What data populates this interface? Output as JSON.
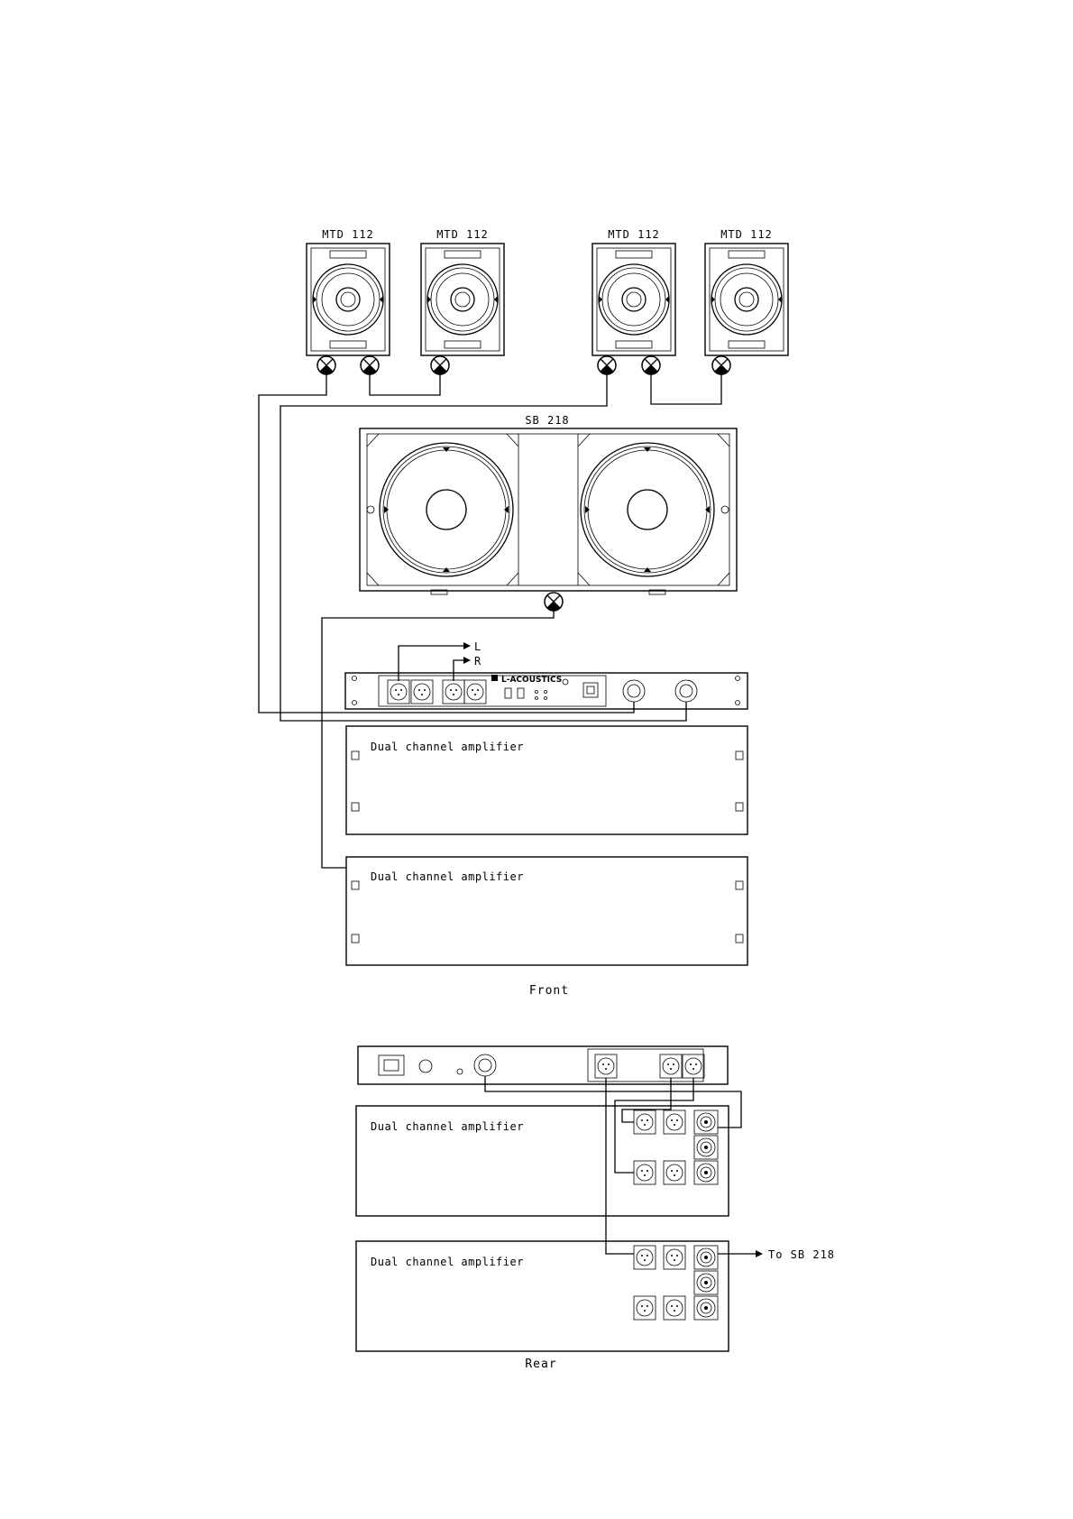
{
  "speakers": {
    "top_labels": [
      "MTD 112",
      "MTD 112",
      "MTD 112",
      "MTD 112"
    ],
    "sub_label": "SB 218"
  },
  "processor": {
    "channel_labels": [
      "L",
      "R"
    ],
    "brand": "L-ACOUSTICS"
  },
  "front": {
    "amplifiers": [
      "Dual channel amplifier",
      "Dual channel amplifier"
    ],
    "caption": "Front"
  },
  "rear": {
    "amplifiers": [
      "Dual channel amplifier",
      "Dual channel amplifier"
    ],
    "output_label": "To SB 218",
    "caption": "Rear"
  },
  "colors": {
    "line": "#000000",
    "background": "#ffffff"
  }
}
